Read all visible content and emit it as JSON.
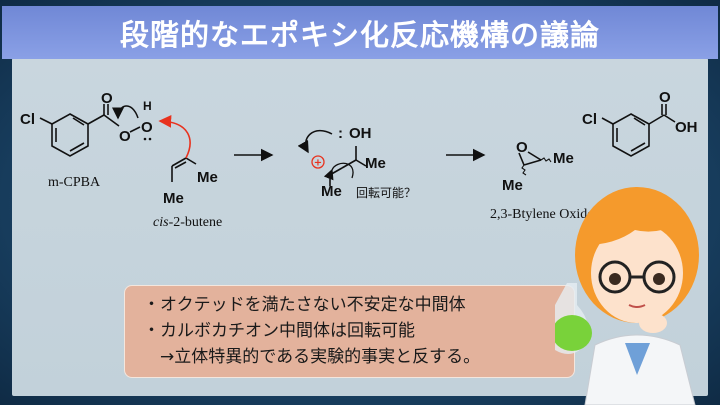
{
  "title": "段階的なエポキシ化反応機構の議論",
  "scheme": {
    "reactant1": {
      "name": "m-CPBA",
      "atoms": {
        "cl": "Cl",
        "o_carbonyl": "O",
        "o_ester": "O",
        "o_peroxy": "O",
        "h": "H"
      }
    },
    "reactant2": {
      "name_italic": "cis",
      "name_rest": "-2-butene",
      "me1": "Me",
      "me2": "Me"
    },
    "intermediate": {
      "lone_pair": ":",
      "oh": "OH",
      "me1": "Me",
      "me2": "Me",
      "charge": "+",
      "question": "回転可能？"
    },
    "product1": {
      "name": "2,3-Btylene Oxide",
      "o": "O",
      "me1": "Me",
      "me2": "Me"
    },
    "product2": {
      "cl": "Cl",
      "o": "O",
      "oh": "OH"
    }
  },
  "notes": [
    "・オクテッドを満たさない不安定な中間体",
    "・カルボカチオン中間体は回転可能",
    "　→立体特異的である実験的事実と反する。"
  ],
  "colors": {
    "title_bar": "#7f95e0",
    "note_bg": "#e3b29c",
    "arrow_red": "#e8321e"
  }
}
